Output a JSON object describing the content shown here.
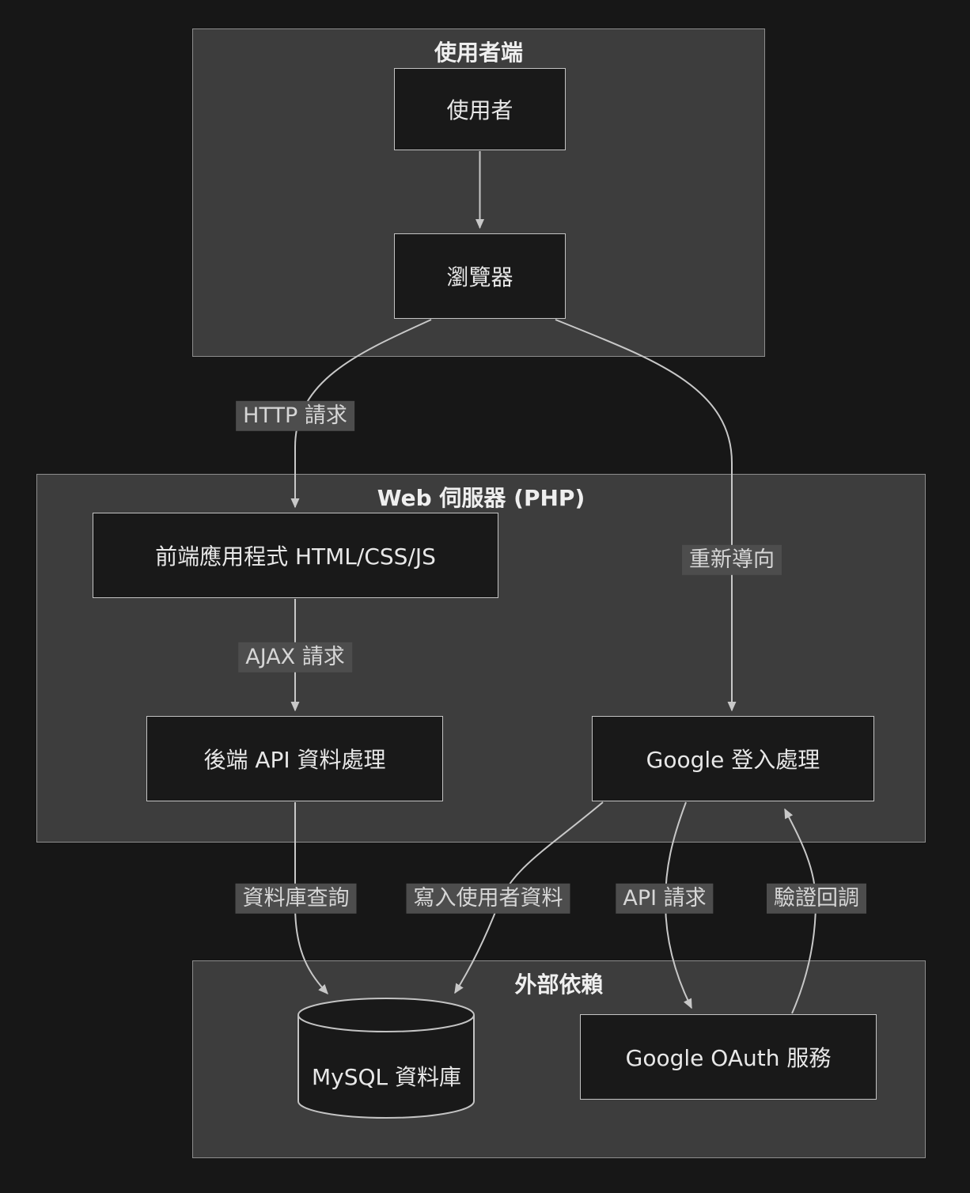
{
  "diagram_title": "",
  "clusters": {
    "client": {
      "title": "使用者端"
    },
    "server": {
      "title": "Web 伺服器 (PHP)"
    },
    "external": {
      "title": "外部依賴"
    }
  },
  "nodes": {
    "user": {
      "label": "使用者"
    },
    "browser": {
      "label": "瀏覽器"
    },
    "frontend": {
      "label": "前端應用程式 HTML/CSS/JS"
    },
    "backend": {
      "label": "後端 API 資料處理"
    },
    "google_login": {
      "label": "Google 登入處理"
    },
    "mysql": {
      "label": "MySQL 資料庫"
    },
    "oauth": {
      "label": "Google OAuth 服務"
    }
  },
  "edges": [
    {
      "id": "user-browser",
      "from": "user",
      "to": "browser",
      "label": ""
    },
    {
      "id": "browser-frontend",
      "from": "browser",
      "to": "frontend",
      "label": "HTTP 請求"
    },
    {
      "id": "browser-google-login",
      "from": "browser",
      "to": "google_login",
      "label": "重新導向"
    },
    {
      "id": "frontend-backend",
      "from": "frontend",
      "to": "backend",
      "label": "AJAX 請求"
    },
    {
      "id": "backend-mysql",
      "from": "backend",
      "to": "mysql",
      "label": "資料庫查詢"
    },
    {
      "id": "google-login-mysql",
      "from": "google_login",
      "to": "mysql",
      "label": "寫入使用者資料"
    },
    {
      "id": "google-login-oauth",
      "from": "google_login",
      "to": "oauth",
      "label": "API 請求"
    },
    {
      "id": "oauth-google-login",
      "from": "oauth",
      "to": "google_login",
      "label": "驗證回調"
    }
  ],
  "colors": {
    "page_background": "#171717",
    "cluster_fill": "#3d3d3d",
    "cluster_border": "#8d8d8d",
    "node_fill": "#191919",
    "node_border": "#c3c3c3",
    "node_text": "#e8e8e8",
    "edge_stroke": "#c8c8c8",
    "edge_label_background": "#4d4d4d",
    "edge_label_text": "#d6d6d6"
  }
}
